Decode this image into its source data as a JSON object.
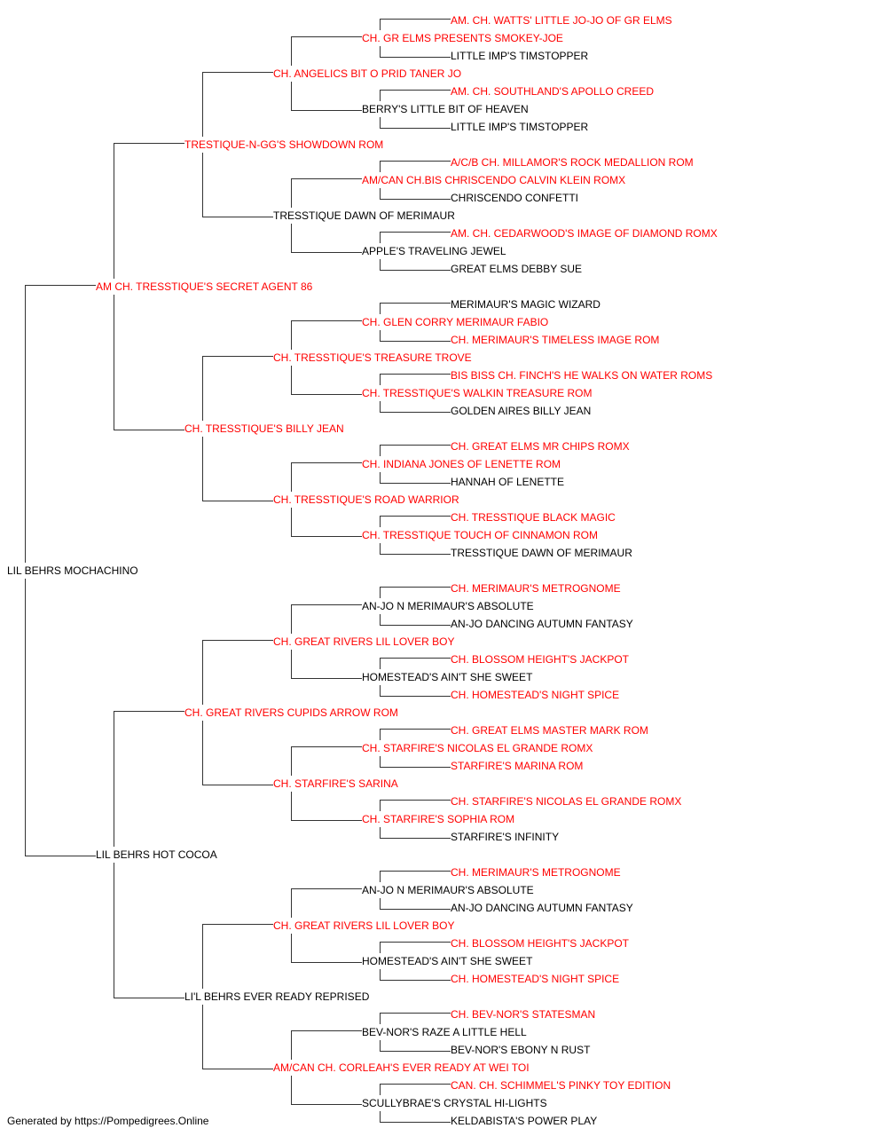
{
  "colors": {
    "champion": "#ff0000",
    "normal": "#000000",
    "line": "#333333"
  },
  "pedigree": [
    {
      "name": "LIL BEHRS MOCHACHINO",
      "champion": false
    },
    {
      "name": "AM CH. TRESSTIQUE'S SECRET AGENT 86",
      "champion": true
    },
    {
      "name": "LIL BEHRS HOT COCOA",
      "champion": false
    },
    {
      "name": "TRESTIQUE-N-GG'S SHOWDOWN ROM",
      "champion": true
    },
    {
      "name": "CH. TRESSTIQUE'S BILLY JEAN",
      "champion": true
    },
    {
      "name": "CH. GREAT RIVERS CUPIDS ARROW ROM",
      "champion": true
    },
    {
      "name": "LI'L BEHRS EVER READY REPRISED",
      "champion": false
    },
    {
      "name": "CH. ANGELICS BIT O PRID TANER JO",
      "champion": true
    },
    {
      "name": "TRESSTIQUE DAWN OF MERIMAUR",
      "champion": false
    },
    {
      "name": "CH. TRESSTIQUE'S TREASURE TROVE",
      "champion": true
    },
    {
      "name": "CH. TRESSTIQUE'S ROAD WARRIOR",
      "champion": true
    },
    {
      "name": "CH. GREAT RIVERS LIL LOVER BOY",
      "champion": true
    },
    {
      "name": "CH. STARFIRE'S SARINA",
      "champion": true
    },
    {
      "name": "CH. GREAT RIVERS LIL LOVER BOY",
      "champion": true
    },
    {
      "name": "AM/CAN CH. CORLEAH'S EVER READY AT WEI TOI",
      "champion": true
    },
    {
      "name": "CH. GR ELMS PRESENTS SMOKEY-JOE",
      "champion": true
    },
    {
      "name": "BERRY'S LITTLE BIT OF HEAVEN",
      "champion": false
    },
    {
      "name": "AM/CAN CH.BIS CHRISCENDO CALVIN KLEIN ROMX",
      "champion": true
    },
    {
      "name": "APPLE'S TRAVELING JEWEL",
      "champion": false
    },
    {
      "name": "CH. GLEN CORRY MERIMAUR FABIO",
      "champion": true
    },
    {
      "name": "CH. TRESSTIQUE'S WALKIN TREASURE ROM",
      "champion": true
    },
    {
      "name": "CH. INDIANA JONES OF LENETTE ROM",
      "champion": true
    },
    {
      "name": "CH. TRESSTIQUE TOUCH OF CINNAMON ROM",
      "champion": true
    },
    {
      "name": "AN-JO N MERIMAUR'S ABSOLUTE",
      "champion": false
    },
    {
      "name": "HOMESTEAD'S AIN'T SHE SWEET",
      "champion": false
    },
    {
      "name": "CH. STARFIRE'S NICOLAS EL GRANDE ROMX",
      "champion": true
    },
    {
      "name": "CH. STARFIRE'S SOPHIA ROM",
      "champion": true
    },
    {
      "name": "AN-JO N MERIMAUR'S ABSOLUTE",
      "champion": false
    },
    {
      "name": "HOMESTEAD'S AIN'T SHE SWEET",
      "champion": false
    },
    {
      "name": "BEV-NOR'S RAZE A LITTLE HELL",
      "champion": false
    },
    {
      "name": "SCULLYBRAE'S CRYSTAL HI-LIGHTS",
      "champion": false
    },
    {
      "name": "AM. CH. WATTS' LITTLE JO-JO OF GR ELMS",
      "champion": true
    },
    {
      "name": "LITTLE IMP'S TIMSTOPPER",
      "champion": false
    },
    {
      "name": "AM. CH. SOUTHLAND'S APOLLO CREED",
      "champion": true
    },
    {
      "name": "LITTLE IMP'S TIMSTOPPER",
      "champion": false
    },
    {
      "name": "A/C/B CH. MILLAMOR'S ROCK MEDALLION ROM",
      "champion": true
    },
    {
      "name": "CHRISCENDO CONFETTI",
      "champion": false
    },
    {
      "name": "AM. CH. CEDARWOOD'S IMAGE OF DIAMOND ROMX",
      "champion": true
    },
    {
      "name": "GREAT ELMS DEBBY SUE",
      "champion": false
    },
    {
      "name": "MERIMAUR'S MAGIC WIZARD",
      "champion": false
    },
    {
      "name": "CH. MERIMAUR'S TIMELESS IMAGE ROM",
      "champion": true
    },
    {
      "name": "BIS BISS CH. FINCH'S HE WALKS ON WATER ROMS",
      "champion": true
    },
    {
      "name": "GOLDEN AIRES BILLY JEAN",
      "champion": false
    },
    {
      "name": "CH. GREAT ELMS MR CHIPS ROMX",
      "champion": true
    },
    {
      "name": "HANNAH OF LENETTE",
      "champion": false
    },
    {
      "name": "CH. TRESSTIQUE BLACK MAGIC",
      "champion": true
    },
    {
      "name": "TRESSTIQUE DAWN OF MERIMAUR",
      "champion": false
    },
    {
      "name": "CH. MERIMAUR'S METROGNOME",
      "champion": true
    },
    {
      "name": "AN-JO DANCING AUTUMN FANTASY",
      "champion": false
    },
    {
      "name": "CH. BLOSSOM HEIGHT'S JACKPOT",
      "champion": true
    },
    {
      "name": "CH. HOMESTEAD'S NIGHT SPICE",
      "champion": true
    },
    {
      "name": "CH. GREAT ELMS MASTER MARK ROM",
      "champion": true
    },
    {
      "name": "STARFIRE'S MARINA ROM",
      "champion": true
    },
    {
      "name": "CH. STARFIRE'S NICOLAS EL GRANDE ROMX",
      "champion": true
    },
    {
      "name": "STARFIRE'S INFINITY",
      "champion": false
    },
    {
      "name": "CH. MERIMAUR'S METROGNOME",
      "champion": true
    },
    {
      "name": "AN-JO DANCING AUTUMN FANTASY",
      "champion": false
    },
    {
      "name": "CH. BLOSSOM HEIGHT'S JACKPOT",
      "champion": true
    },
    {
      "name": "CH. HOMESTEAD'S NIGHT SPICE",
      "champion": true
    },
    {
      "name": "CH. BEV-NOR'S STATESMAN",
      "champion": true
    },
    {
      "name": "BEV-NOR'S EBONY N RUST",
      "champion": false
    },
    {
      "name": "CAN. CH. SCHIMMEL'S PINKY TOY EDITION",
      "champion": true
    },
    {
      "name": "KELDABISTA'S POWER PLAY",
      "champion": false
    }
  ],
  "footer": "Generated by https://Pompedigrees.Online"
}
